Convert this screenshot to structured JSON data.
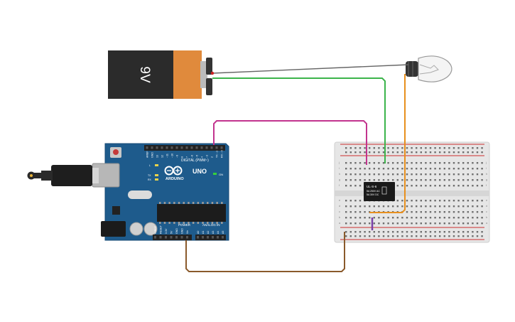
{
  "battery": {
    "label": "9V",
    "body_color": "#2b2b2b",
    "cap_color": "#e08a3c"
  },
  "arduino": {
    "brand": "ARDUINO",
    "model": "UNO",
    "header_digital": "DIGITAL (PWM~)",
    "header_power": "POWER",
    "header_analog": "ANALOG IN",
    "led_on": "ON",
    "led_tx": "TX",
    "led_rx": "RX",
    "led_l": "L",
    "pins_digital": [
      "AREF",
      "GND",
      "13",
      "12",
      "~11",
      "~10",
      "~9",
      "8",
      "7",
      "~6",
      "~5",
      "4",
      "~3",
      "2",
      "TX→1",
      "RX←0"
    ],
    "pins_power": [
      "IOREF",
      "RESET",
      "3.3V",
      "5V",
      "GND",
      "GND",
      "Vin"
    ],
    "pins_analog": [
      "A0",
      "A1",
      "A2",
      "A3",
      "A4",
      "A5"
    ],
    "board_color": "#1e5b8c"
  },
  "relay": {
    "line1": "UL-S-6",
    "line2": "5A 250V AC",
    "line3": "5A 30V DC"
  },
  "breadboard": {
    "row_letters_top": [
      "j",
      "i",
      "h",
      "g",
      "f"
    ],
    "row_letters_bottom": [
      "e",
      "d",
      "c",
      "b",
      "a"
    ]
  },
  "wires": {
    "magenta": "#c2348e",
    "green": "#3cb44b",
    "orange": "#e8901e",
    "brown": "#8a5a2b",
    "purple": "#7a3fa8",
    "battery_neg": "#666666",
    "battery_pos": "#cc2222"
  },
  "icons": [
    "usb-cable-icon",
    "light-bulb-icon",
    "relay-icon",
    "battery-icon"
  ]
}
